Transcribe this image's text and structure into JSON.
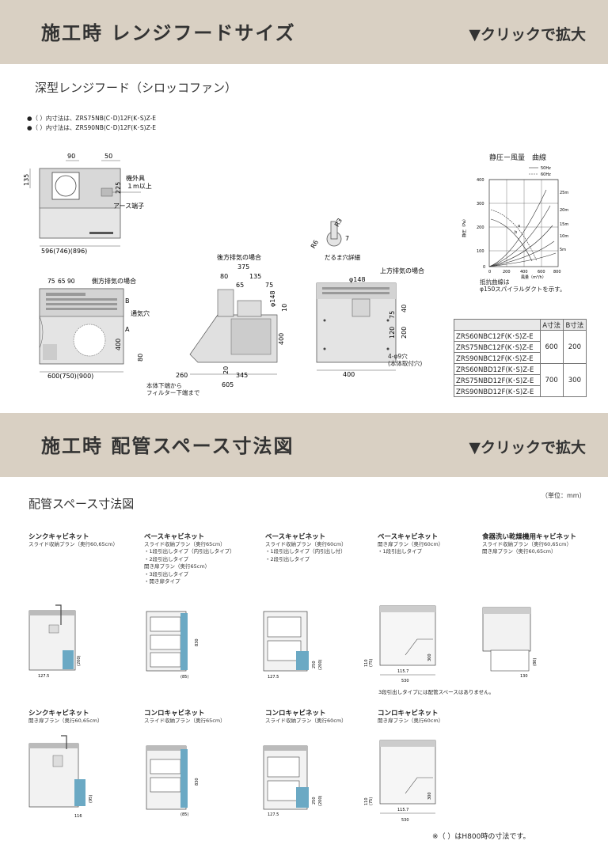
{
  "sections": [
    {
      "title": "施工時 レンジフードサイズ",
      "zoom": "▼クリックで拡大"
    },
    {
      "title": "施工時 配管スペース寸法図",
      "zoom": "▼クリックで拡大"
    }
  ],
  "hood": {
    "subtitle": "深型レンジフード（シロッコファン）",
    "notes": [
      "●（ ）内寸法は、ZRS75NB(C･D)12F(K･S)Z-E",
      "●（ ）内寸法は、ZRS90NB(C･D)12F(K･S)Z-E"
    ],
    "top_view": {
      "d90": "90",
      "d50": "50",
      "d135": "135",
      "d225": "225",
      "kigaigu": "機外具",
      "one_m": "１m以上",
      "earth": "アース端子",
      "width": "596(746)(896)"
    },
    "front_view": {
      "d75": "75",
      "d65": "65",
      "d90": "90",
      "side_exhaust": "側方排気の場合",
      "B": "B",
      "vent": "通気穴",
      "A": "A",
      "d400": "400",
      "d80": "80",
      "width": "600(750)(900)"
    },
    "side_view": {
      "rear_exhaust": "後方排気の場合",
      "d375": "375",
      "d80": "80",
      "d135": "135",
      "d65": "65",
      "d75": "75",
      "phi148": "φ148",
      "d10": "10",
      "d400": "400",
      "d260": "260",
      "d20": "20",
      "d345": "345",
      "d605": "605",
      "filter_note": "本体下端から\nフィルター下端まで"
    },
    "dharma": {
      "r6": "R6",
      "r3": "R3",
      "d7": "7",
      "label": "だるま穴詳細"
    },
    "back_view": {
      "top_exhaust": "上方排気の場合",
      "phi148": "φ148",
      "d40": "40",
      "d75": "75",
      "d120": "120",
      "d200": "200",
      "d400": "400",
      "holes": "4-φ9穴\n(本体取付穴)"
    },
    "curve": {
      "title": "静圧ー風量　曲線",
      "legend": [
        "50Hz",
        "60Hz"
      ],
      "ylabel": "静圧（Pa）",
      "xlabel": "風量（m³/h）",
      "yticks": [
        "400",
        "300",
        "200",
        "100",
        "0"
      ],
      "xticks": [
        "0",
        "200",
        "400",
        "600",
        "800"
      ],
      "resistance_labels": [
        "25m",
        "20m",
        "15m",
        "10m",
        "5m"
      ],
      "ab_labels": [
        "a",
        "b"
      ],
      "note": "抵抗曲線は\nφ150スパイラルダクトを示す。"
    },
    "table": {
      "headers": [
        "",
        "A寸法",
        "B寸法"
      ],
      "rows": [
        {
          "models": [
            "ZRS60NBC12F(K･S)Z-E",
            "ZRS75NBC12F(K･S)Z-E",
            "ZRS90NBC12F(K･S)Z-E"
          ],
          "a": "600",
          "b": "200"
        },
        {
          "models": [
            "ZRS60NBD12F(K･S)Z-E",
            "ZRS75NBD12F(K･S)Z-E",
            "ZRS90NBD12F(K･S)Z-E"
          ],
          "a": "700",
          "b": "300"
        }
      ]
    }
  },
  "piping": {
    "subtitle": "配管スペース寸法図",
    "unit": "（単位：mm）",
    "cabinets": [
      {
        "title": "シンクキャビネット",
        "lines": "スライド収納プラン（奥行60,65cm）",
        "dims": [
          "127.5",
          "(200)"
        ]
      },
      {
        "title": "ベースキャビネット",
        "lines": "スライド収納プラン（奥行65cm）\n・1段引出しタイプ（内引出しタイプ）\n・2段引出しタイプ\n開き扉プラン（奥行65cm）\n・3段引出しタイプ\n・開き扉タイプ",
        "dims": [
          "830",
          "(85)"
        ]
      },
      {
        "title": "ベースキャビネット",
        "lines": "スライド収納プラン（奥行60cm）\n・1段引出しタイプ（内引出し付）\n・2段引出しタイプ",
        "dims": [
          "127.5",
          "250",
          "(200)"
        ]
      },
      {
        "title": "ベースキャビネット",
        "lines": "開き扉プラン（奥行60cm）\n・1段引出しタイプ",
        "dims": [
          "110",
          "(75)",
          "115.7",
          "530",
          "300"
        ]
      },
      {
        "title": "食器洗い乾燥機用キャビネット",
        "lines": "スライド収納プラン（奥行60,65cm）\n開き扉プラン（奥行60,65cm）",
        "dims": [
          "130",
          "(80)"
        ]
      },
      {
        "title": "シンクキャビネット",
        "lines": "開き扉プラン（奥行60,65cm）",
        "dims": [
          "116",
          "(95)"
        ]
      },
      {
        "title": "コンロキャビネット",
        "lines": "スライド収納プラン（奥行65cm）",
        "dims": [
          "830",
          "(85)"
        ]
      },
      {
        "title": "コンロキャビネット",
        "lines": "スライド収納プラン（奥行60cm）",
        "dims": [
          "127.5",
          "250",
          "(200)"
        ]
      },
      {
        "title": "コンロキャビネット",
        "lines": "開き扉プラン（奥行60cm）",
        "dims": [
          "110",
          "(75)",
          "115.7",
          "530",
          "300"
        ]
      }
    ],
    "base_note": "3段引出しタイプには配管スペースはありません。",
    "footer": "※（ ）はH800時の寸法です。"
  }
}
